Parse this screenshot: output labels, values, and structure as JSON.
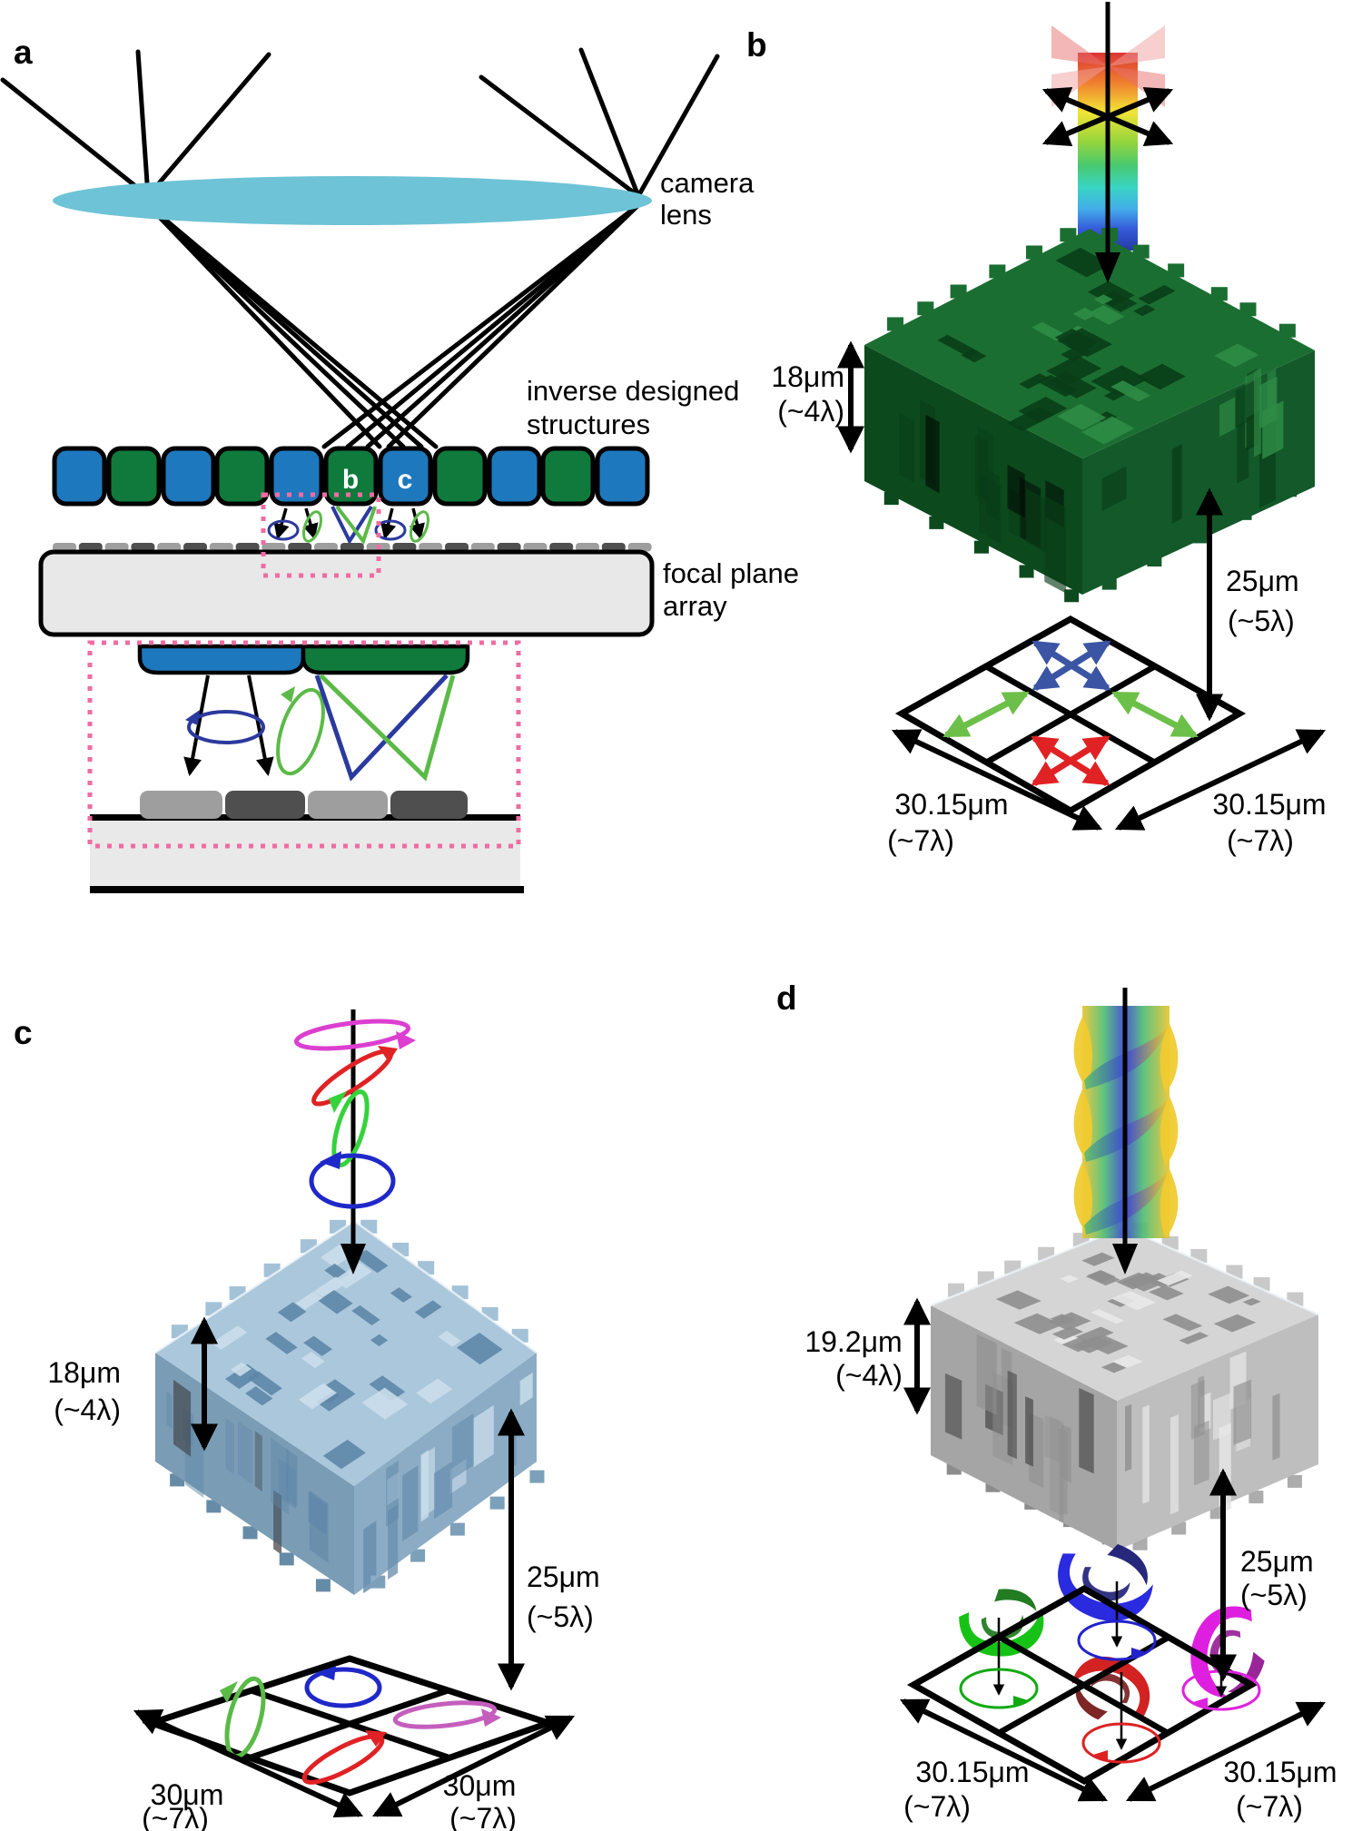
{
  "figure": {
    "type": "scientific-figure",
    "panels": {
      "a": {
        "label": "a",
        "camera_lens_lines": [
          "camera",
          "lens"
        ],
        "structures_lines": [
          "inverse designed",
          "structures"
        ],
        "focal_plane_lines": [
          "focal plane",
          "array"
        ],
        "marker_b": "b",
        "marker_c": "c"
      },
      "b": {
        "label": "b",
        "height": "18μm",
        "height_approx": "(~4λ)",
        "standoff": "25μm",
        "standoff_approx": "(~5λ)",
        "width_left": "30.15μm",
        "width_left_approx": "(~7λ)",
        "width_right": "30.15μm",
        "width_right_approx": "(~7λ)"
      },
      "c": {
        "label": "c",
        "height": "18μm",
        "height_approx": "(~4λ)",
        "standoff": "25μm",
        "standoff_approx": "(~5λ)",
        "width_left": "30μm",
        "width_left_approx": "(~7λ)",
        "width_right": "30μm",
        "width_right_approx": "(~7λ)"
      },
      "d": {
        "label": "d",
        "height": "19.2μm",
        "height_approx": "(~4λ)",
        "standoff": "25μm",
        "standoff_approx": "(~5λ)",
        "width_left": "30.15μm",
        "width_left_approx": "(~7λ)",
        "width_right": "30.15μm",
        "width_right_approx": "(~7λ)"
      }
    },
    "colors": {
      "lens": "#6EC3D6",
      "pixel_blue": "#1E78BE",
      "pixel_green": "#0F7A3C",
      "highlight_pink": "#F06CA2",
      "pol_blue": "#2B3A9E",
      "pol_green": "#5BBA47",
      "grid_arrow_blue": "#3B55A4",
      "grid_arrow_red": "#E02224",
      "grid_arrow_green": "#6CC04A",
      "ellipse_magenta": "#DC3FD0",
      "ellipse_red": "#E02224",
      "ellipse_green": "#35D23C",
      "ellipse_blue": "#1F28C8",
      "structure_green": "#15602C",
      "structure_blue": "#6E96B3",
      "structure_gray": "#ACACAC"
    }
  }
}
